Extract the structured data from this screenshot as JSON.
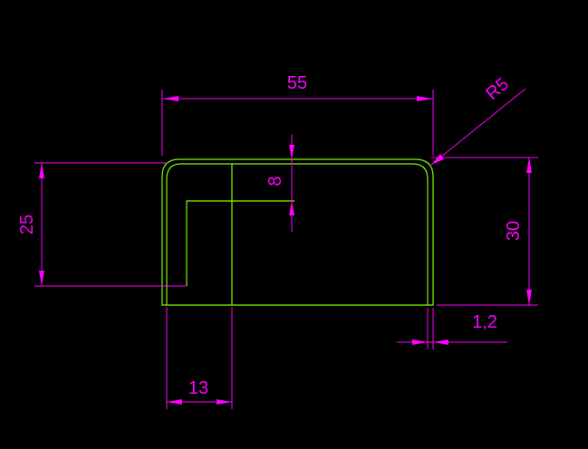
{
  "colors": {
    "background": "#000000",
    "part_outline": "#7cfc00",
    "dimension": "#ff00ff"
  },
  "dimensions": {
    "overall_width": "55",
    "corner_radius": "R5",
    "notch_depth": "8",
    "left_height": "25",
    "right_height": "30",
    "thickness": "1,2",
    "notch_width": "13"
  }
}
